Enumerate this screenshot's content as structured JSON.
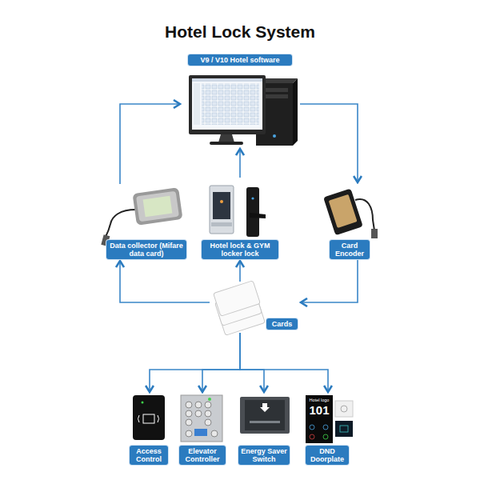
{
  "diagram": {
    "title": "Hotel Lock System",
    "nodes": [
      {
        "text": [
          "V9 / V10 Hotel software"
        ]
      },
      {
        "text": [
          "Data collector (Mifare data card)"
        ]
      },
      {
        "text": [
          "Hotel lock & GYM locker lock"
        ]
      },
      {
        "text": [
          "Card Encoder"
        ]
      },
      {
        "text": [
          "Cards"
        ]
      },
      {
        "text": [
          "Access Control"
        ]
      },
      {
        "text": [
          "Elevator Controller"
        ]
      },
      {
        "text": [
          "Energy Saver Switch"
        ]
      },
      {
        "text": [
          "DND Doorplate"
        ]
      }
    ],
    "edges": [
      {
        "from": 0,
        "to": 3,
        "arrow": "to"
      },
      {
        "from": 3,
        "to": 4,
        "arrow": "to"
      },
      {
        "from": 4,
        "to": 1,
        "arrow": "to"
      },
      {
        "from": 1,
        "to": 0,
        "arrow": "to"
      },
      {
        "from": 4,
        "to": 2,
        "arrow": "to"
      },
      {
        "from": 2,
        "to": 0,
        "arrow": "to"
      },
      {
        "from": 4,
        "to": 5,
        "arrow": "to"
      },
      {
        "from": 4,
        "to": 6,
        "arrow": "to"
      },
      {
        "from": 4,
        "to": 7,
        "arrow": "to"
      },
      {
        "from": 4,
        "to": 8,
        "arrow": "to"
      }
    ],
    "labels": [
      "Hotel logo",
      "101"
    ]
  }
}
